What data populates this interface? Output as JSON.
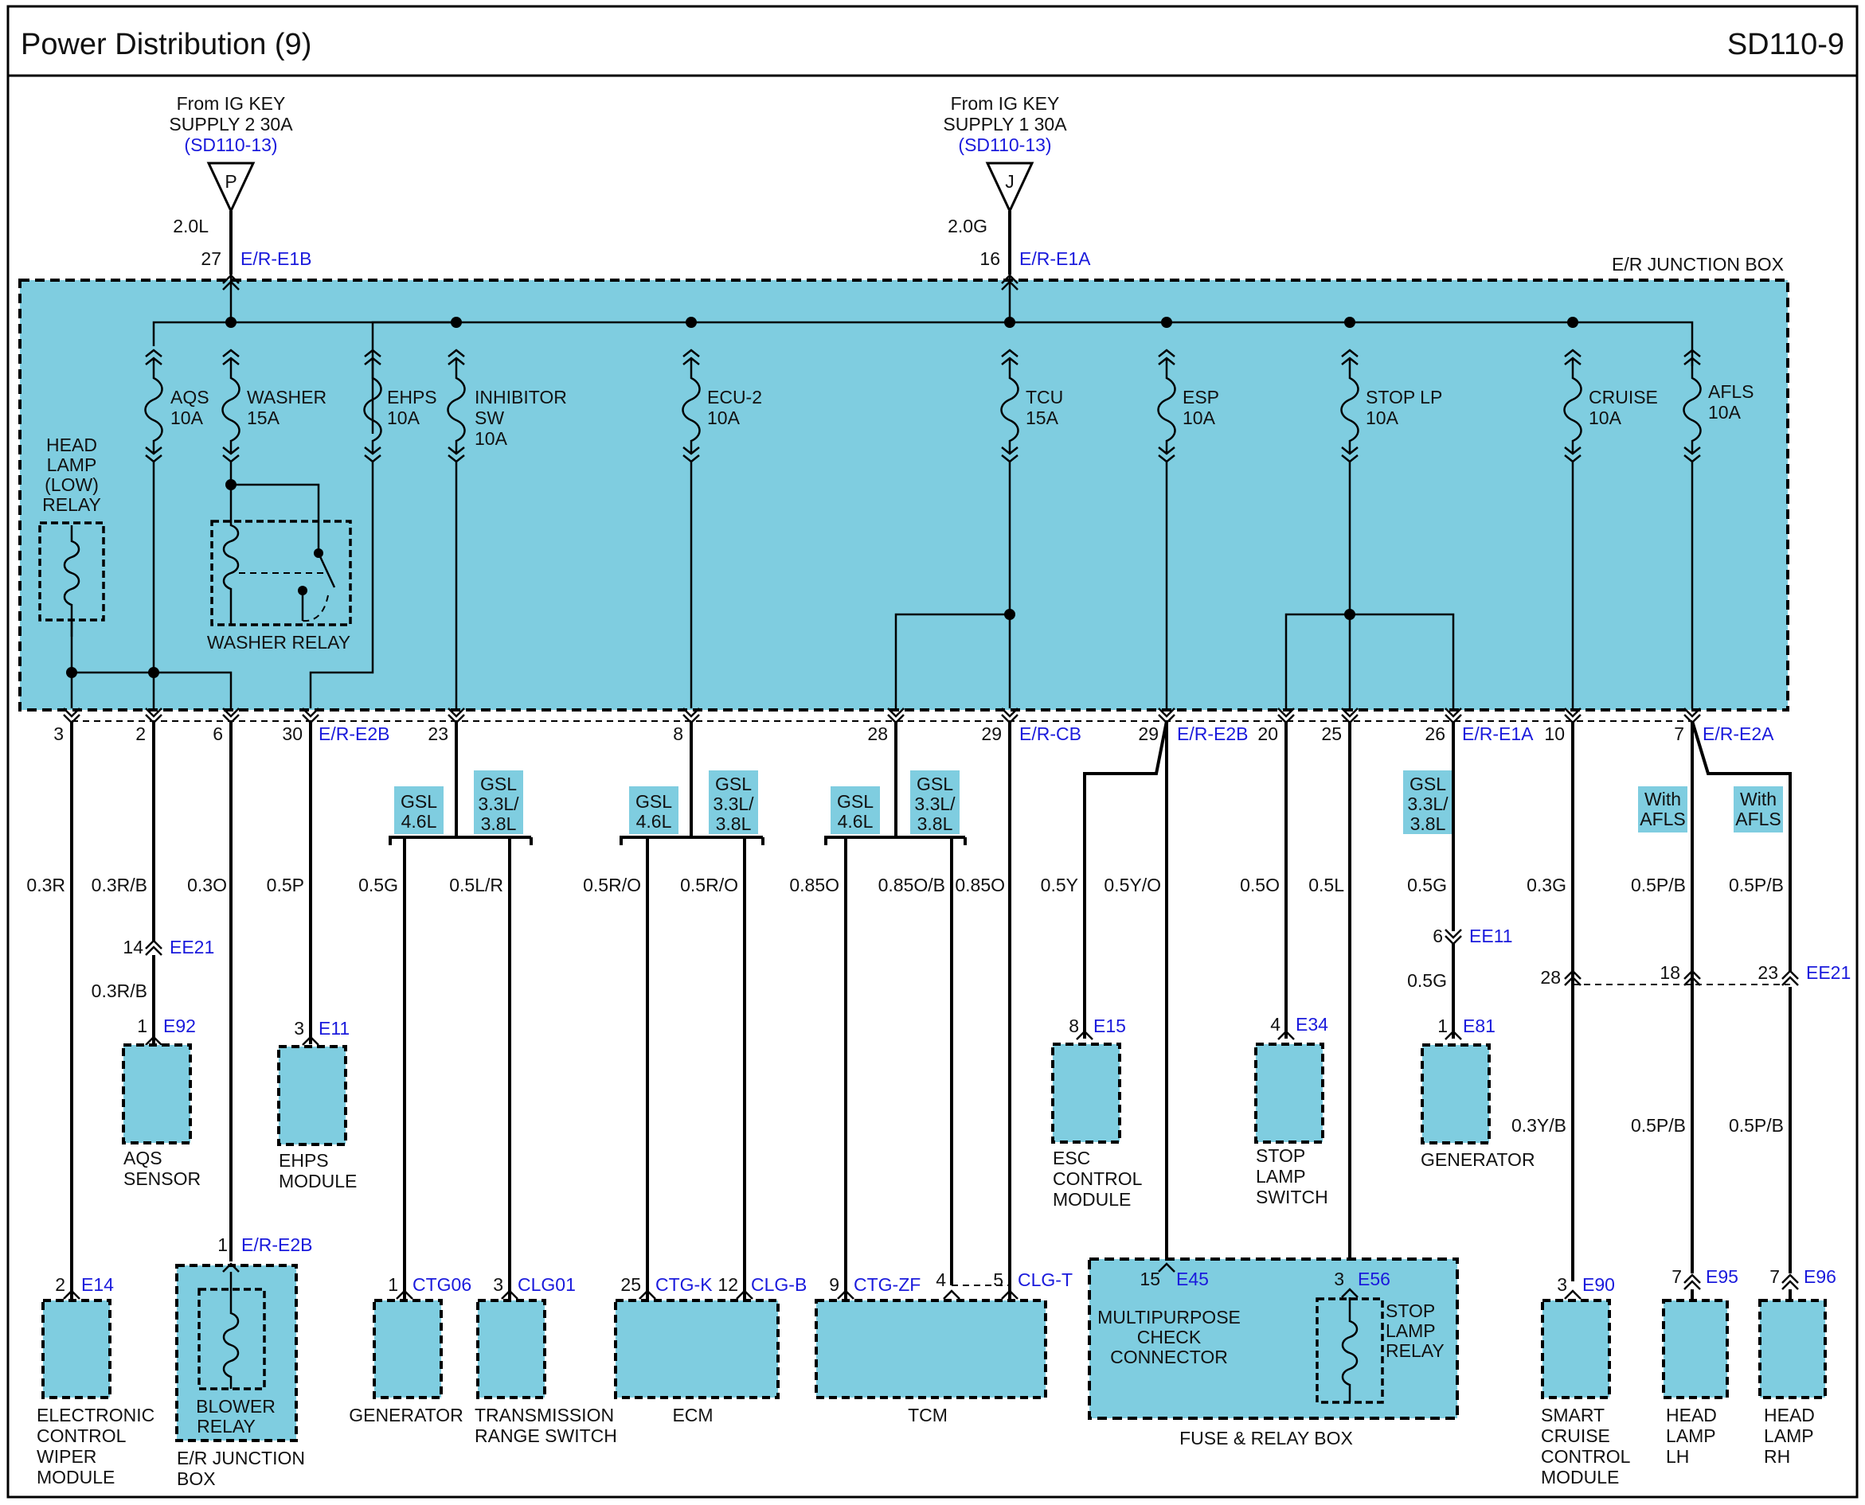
{
  "header": {
    "title": "Power Distribution (9)",
    "page_id": "SD110-9"
  },
  "sources": [
    {
      "label1": "From IG KEY",
      "label2": "SUPPLY 2 30A",
      "ref": "(SD110-13)",
      "letter": "P",
      "wire": "2.0L",
      "pin": "27",
      "conn": "E/R-E1B"
    },
    {
      "label1": "From IG KEY",
      "label2": "SUPPLY 1 30A",
      "ref": "(SD110-13)",
      "letter": "J",
      "wire": "2.0G",
      "pin": "16",
      "conn": "E/R-E1A"
    }
  ],
  "junction_box": {
    "title": "E/R JUNCTION BOX"
  },
  "fuses": [
    {
      "name": "AQS",
      "rating": "10A"
    },
    {
      "name": "WASHER",
      "rating": "15A"
    },
    {
      "name": "EHPS",
      "rating": "10A"
    },
    {
      "name": "INHIBITOR",
      "name2": "SW",
      "rating": "10A"
    },
    {
      "name": "ECU-2",
      "rating": "10A"
    },
    {
      "name": "TCU",
      "rating": "15A"
    },
    {
      "name": "ESP",
      "rating": "10A"
    },
    {
      "name": "STOP LP",
      "rating": "10A"
    },
    {
      "name": "CRUISE",
      "rating": "10A"
    },
    {
      "name": "AFLS",
      "rating": "10A"
    }
  ],
  "relays": {
    "headlamp_l1": "HEAD",
    "headlamp_l2": "LAMP",
    "headlamp_l3": "(LOW)",
    "headlamp_l4": "RELAY",
    "washer": "WASHER RELAY"
  },
  "pins": {
    "p3": "3",
    "p2": "2",
    "p6": "6",
    "p30": "30",
    "c30": "E/R-E2B",
    "p23": "23",
    "p8": "8",
    "p28": "28",
    "p29a": "29",
    "c29a": "E/R-CB",
    "p29b": "29",
    "c29b": "E/R-E2B",
    "p20": "20",
    "p25": "25",
    "p26": "26",
    "c26": "E/R-E1A",
    "p10": "10",
    "p7": "7",
    "c7": "E/R-E2A"
  },
  "options": {
    "gsl46": "GSL",
    "gsl46b": "4.6L",
    "gsl33": "GSL",
    "gsl33b": "3.3L/",
    "gsl33c": "3.8L",
    "afls1": "With",
    "afls2": "AFLS"
  },
  "wires": {
    "w03r": "0.3R",
    "w03rb": "0.3R/B",
    "w03o": "0.3O",
    "w05p": "0.5P",
    "w05g": "0.5G",
    "w05lr": "0.5L/R",
    "w05ro1": "0.5R/O",
    "w05ro2": "0.5R/O",
    "w085o1": "0.85O",
    "w085ob": "0.85O/B",
    "w085o2": "0.85O",
    "w05y": "0.5Y",
    "w05yo": "0.5Y/O",
    "w05o": "0.5O",
    "w05l": "0.5L",
    "w05g2": "0.5G",
    "w05g3": "0.5G",
    "w03g": "0.3G",
    "w03yb": "0.3Y/B",
    "w05pb1": "0.5P/B",
    "w05pb2": "0.5P/B",
    "w05pb3": "0.5P/B",
    "w05pb4": "0.5P/B",
    "w03rb2": "0.3R/B"
  },
  "inline": {
    "ee21a_pin": "14",
    "ee21a": "EE21",
    "ee11_pin": "6",
    "ee11": "EE11",
    "ee21b_p1": "28",
    "ee21b_p2": "18",
    "ee21b_p3": "23",
    "ee21b": "EE21"
  },
  "components": {
    "aqs": {
      "pin": "1",
      "conn": "E92",
      "l1": "AQS",
      "l2": "SENSOR"
    },
    "ehps": {
      "pin": "3",
      "conn": "E11",
      "l1": "EHPS",
      "l2": "MODULE"
    },
    "esc": {
      "pin": "8",
      "conn": "E15",
      "l1": "ESC",
      "l2": "CONTROL",
      "l3": "MODULE"
    },
    "stopsw": {
      "pin": "4",
      "conn": "E34",
      "l1": "STOP",
      "l2": "LAMP",
      "l3": "SWITCH"
    },
    "gen2": {
      "pin": "1",
      "conn": "E81",
      "l1": "GENERATOR"
    },
    "wiper": {
      "pin": "2",
      "conn": "E14",
      "l1": "ELECTRONIC",
      "l2": "CONTROL",
      "l3": "WIPER",
      "l4": "MODULE"
    },
    "blower": {
      "pin": "1",
      "conn": "E/R-E2B",
      "r1": "BLOWER",
      "r2": "RELAY",
      "l1": "E/R JUNCTION",
      "l2": "BOX"
    },
    "gen1": {
      "pin": "1",
      "conn": "CTG06",
      "l1": "GENERATOR"
    },
    "trs": {
      "pin": "3",
      "conn": "CLG01",
      "l1": "TRANSMISSION",
      "l2": "RANGE SWITCH"
    },
    "ecm": {
      "pin1": "25",
      "conn1": "CTG-K",
      "pin2": "12",
      "conn2": "CLG-B",
      "l1": "ECM"
    },
    "tcm": {
      "pin1": "9",
      "conn1": "CTG-ZF",
      "pin2": "4",
      "pin3": "5",
      "conn3": "CLG-T",
      "l1": "TCM"
    },
    "frb": {
      "pin1": "15",
      "conn1": "E45",
      "m1": "MULTIPURPOSE",
      "m2": "CHECK",
      "m3": "CONNECTOR",
      "pin2": "3",
      "conn2": "E56",
      "s1": "STOP",
      "s2": "LAMP",
      "s3": "RELAY",
      "l1": "FUSE & RELAY BOX"
    },
    "scc": {
      "pin": "3",
      "conn": "E90",
      "l1": "SMART",
      "l2": "CRUISE",
      "l3": "CONTROL",
      "l4": "MODULE"
    },
    "hllh": {
      "pin": "7",
      "conn": "E95",
      "l1": "HEAD",
      "l2": "LAMP",
      "l3": "LH"
    },
    "hlrh": {
      "pin": "7",
      "conn": "E96",
      "l1": "HEAD",
      "l2": "LAMP",
      "l3": "RH"
    }
  }
}
